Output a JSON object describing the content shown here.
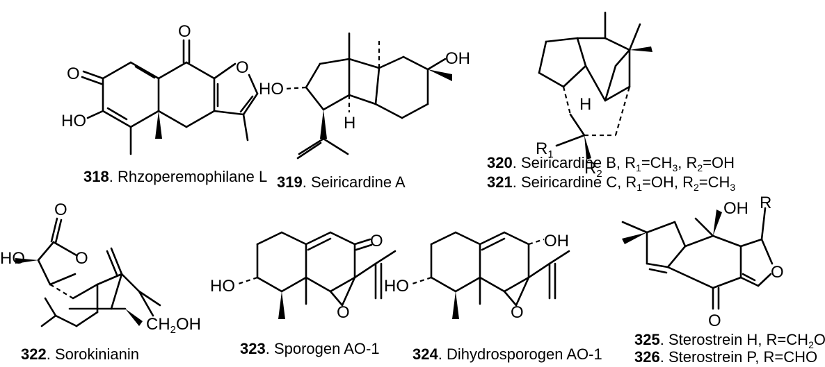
{
  "atoms": {
    "O": "O",
    "HO": "HO",
    "OH": "OH",
    "H": "H",
    "R": "R",
    "R1": "R",
    "R2": "R",
    "CH2OH_a": "CH",
    "CH2OH_b": "OH"
  },
  "compounds": [
    {
      "number": "318",
      "name": ". Rhzoperemophilane L"
    },
    {
      "number": "319",
      "name": ". Seiricardine A"
    },
    {
      "number": "320",
      "name": ". Seiricardine B, R",
      "tail": "=CH",
      "tail2": ", R",
      "tail3": "=OH"
    },
    {
      "number": "321",
      "name": ". Seiricardine C, R",
      "tail": "=OH, R",
      "tail3": "=CH"
    },
    {
      "number": "322",
      "name": ". Sorokinianin"
    },
    {
      "number": "323",
      "name": ". Sporogen AO-1"
    },
    {
      "number": "324",
      "name": ". Dihydrosporogen AO-1"
    },
    {
      "number": "325",
      "name": ". Sterostrein H, R=CH",
      "tail": "OH"
    },
    {
      "number": "326",
      "name": ". Sterostrein P, R=CHO"
    }
  ],
  "subscripts": {
    "one": "1",
    "two": "2",
    "three": "3"
  }
}
